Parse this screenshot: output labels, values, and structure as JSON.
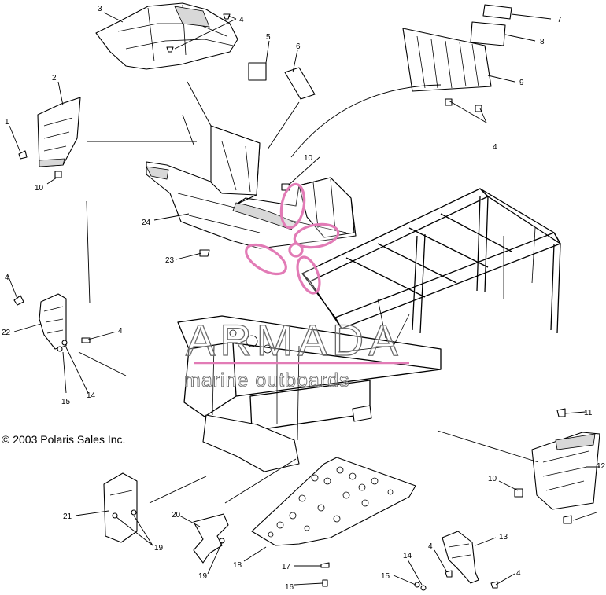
{
  "copyright": "© 2003 Polaris Sales Inc.",
  "watermark": {
    "title": "ARMADA",
    "subtitle": "marine outboards",
    "color": "#e27bb6"
  },
  "callouts": {
    "c1": "1",
    "c2": "2",
    "c3": "3",
    "c4a": "4",
    "c5": "5",
    "c6": "6",
    "c7": "7",
    "c8": "8",
    "c9": "9",
    "c4b": "4",
    "c10a": "10",
    "c10b": "10",
    "c24": "24",
    "c23": "23",
    "c4c": "4",
    "c22": "22",
    "c4d": "4",
    "c14a": "14",
    "c15a": "15",
    "c11": "11",
    "c12": "12",
    "c10c": "10",
    "c21": "21",
    "c20": "20",
    "c19a": "19",
    "c19b": "19",
    "c18": "18",
    "c17": "17",
    "c16": "16",
    "c13": "13",
    "c4e": "4",
    "c4f": "4",
    "c14b": "14",
    "c15b": "15"
  }
}
